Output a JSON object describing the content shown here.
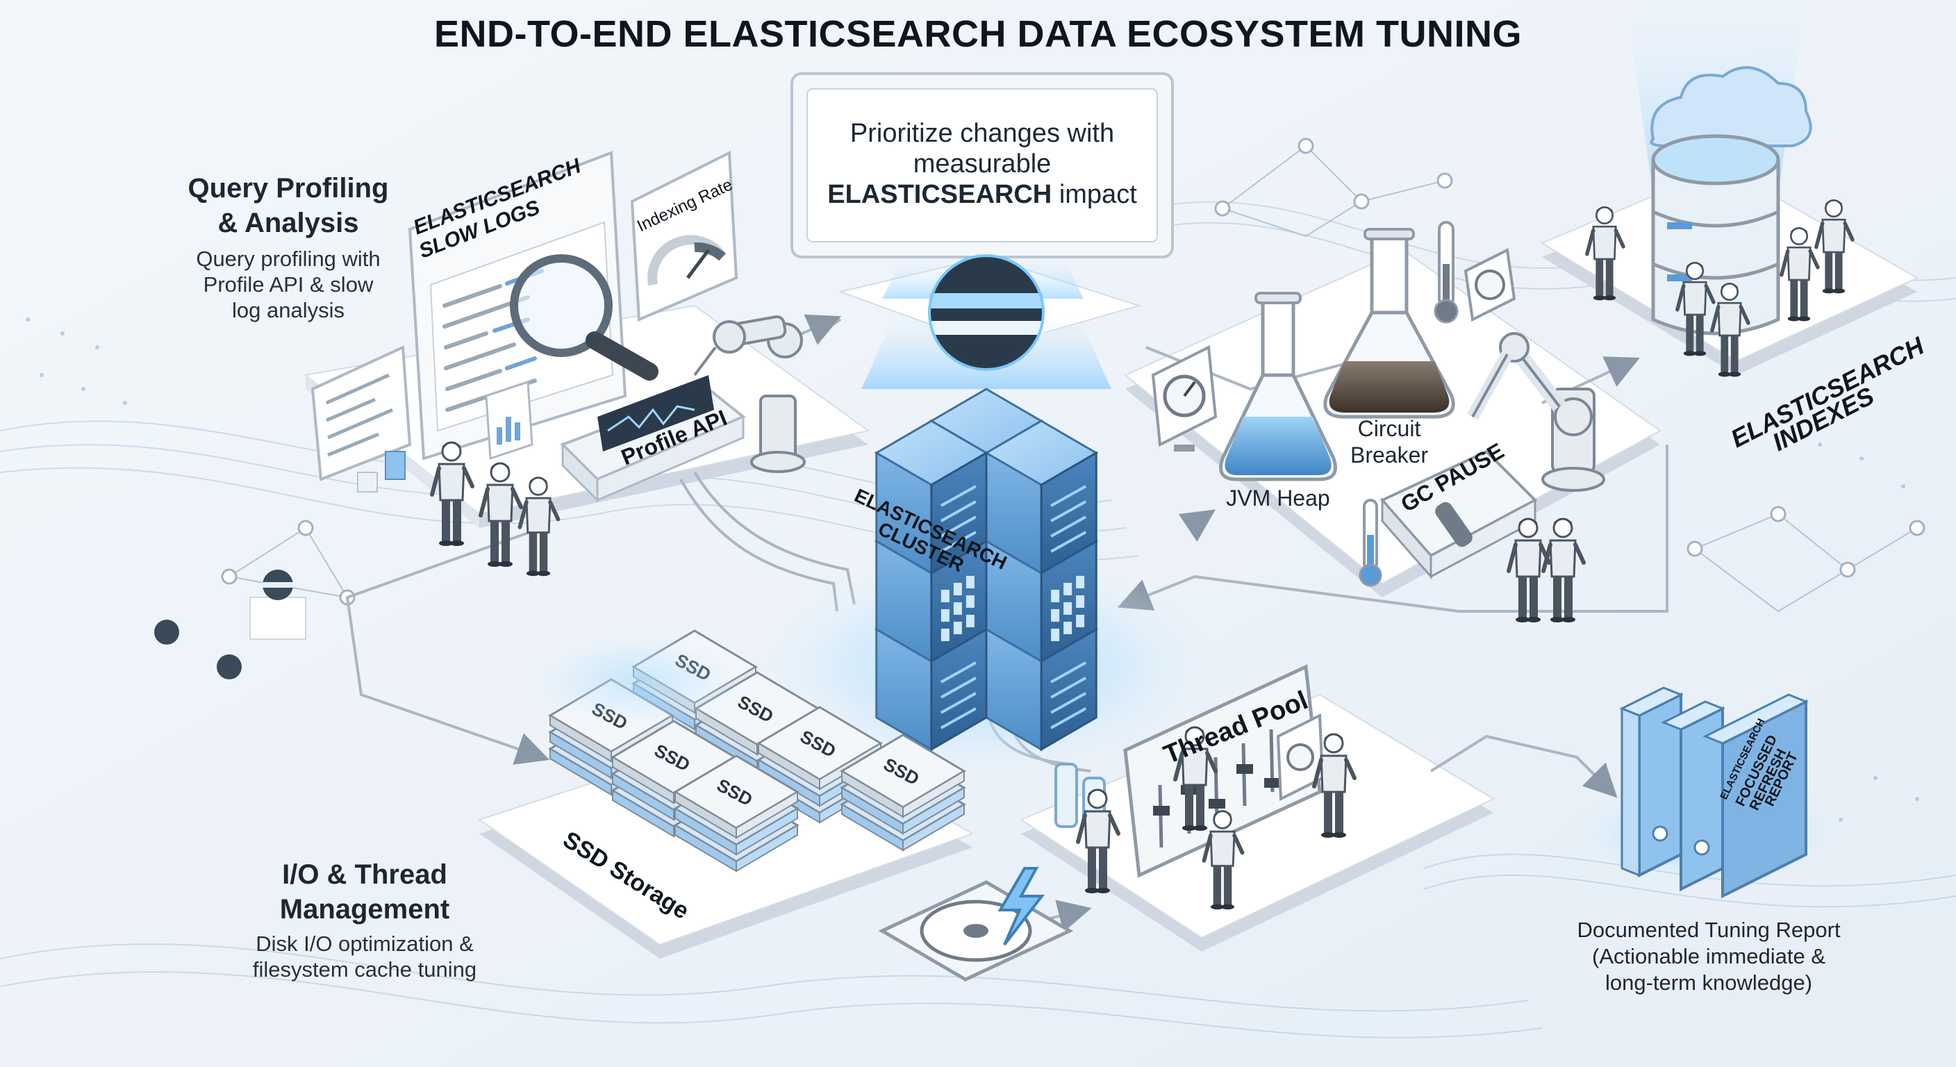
{
  "title": "END-TO-END ELASTICSEARCH DATA ECOSYSTEM TUNING",
  "callout": {
    "line1": "Prioritize changes with",
    "line2": "measurable",
    "line3_bold": "ELASTICSEARCH",
    "line3_rest": " impact"
  },
  "query_section": {
    "title_line1": "Query Profiling",
    "title_line2": "& Analysis",
    "desc_line1": "Query profiling with",
    "desc_line2": "Profile API & slow",
    "desc_line3": "log analysis",
    "slow_logs_line1": "ELASTICSEARCH",
    "slow_logs_line2": "SLOW LOGS",
    "indexing_rate": "Indexing Rate",
    "profile_api": "Profile API"
  },
  "cluster": {
    "label_line1": "ELASTICSEARCH",
    "label_line2": "CLUSTER"
  },
  "jvm_section": {
    "jvm_heap": "JVM Heap",
    "circuit_breaker_line1": "Circuit",
    "circuit_breaker_line2": "Breaker",
    "gc_pause": "GC PAUSE"
  },
  "indexes": {
    "label_line1": "ELASTICSEARCH",
    "label_line2": "INDEXES"
  },
  "io_section": {
    "title_line1": "I/O & Thread",
    "title_line2": "Management",
    "desc_line1": "Disk I/O optimization &",
    "desc_line2": "filesystem cache tuning",
    "ssd_storage": "SSD Storage",
    "ssd_labels": [
      "SSD",
      "SSD",
      "SSD",
      "SSD",
      "SSD",
      "SSD",
      "SSD"
    ],
    "thread_pool": "Thread Pool"
  },
  "report": {
    "book_line1": "ELASTICSEARCH",
    "book_line2": "FOCUSSED",
    "book_line3": "REFRESH",
    "book_line4": "REPORT",
    "caption_line1": "Documented Tuning Report",
    "caption_line2": "(Actionable immediate &",
    "caption_line3": "long-term knowledge)"
  },
  "colors": {
    "background": "#eef3f8",
    "platform_top": "#ffffff",
    "platform_side": "#cfd8e2",
    "accent_blue": "#5b9bd5",
    "cube_blue": "#7fb3e3",
    "cube_dark": "#2f5f8f",
    "glow": "#8fd0ff",
    "ink": "#1c2733"
  },
  "icons": [
    "magnifier-icon",
    "gauge-icon",
    "robot-arm-icon",
    "elastic-logo-icon",
    "flask-icon",
    "thermometer-icon",
    "database-icon",
    "cloud-icon",
    "hard-disk-icon",
    "lightning-icon",
    "binder-icon",
    "person-icon"
  ]
}
